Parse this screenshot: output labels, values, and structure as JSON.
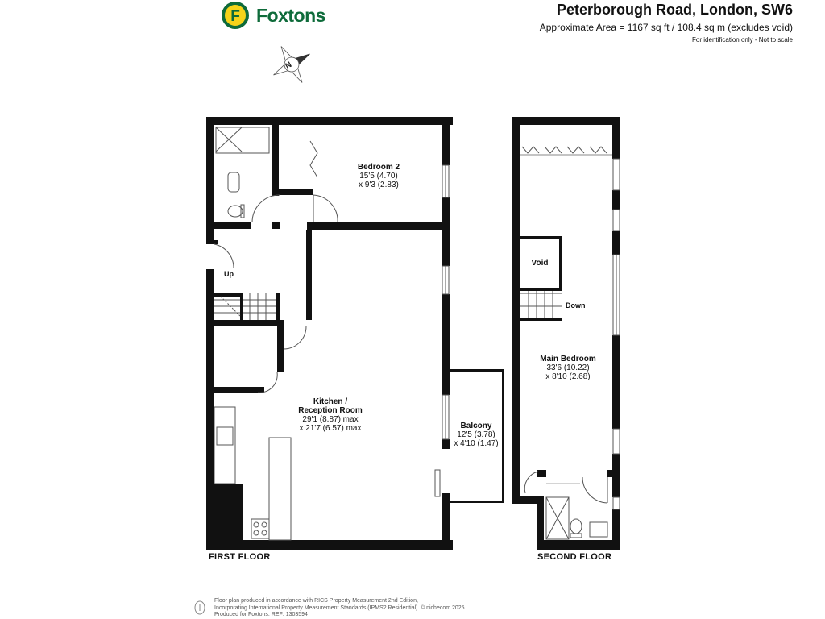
{
  "header": {
    "brand": "Foxtons",
    "logo_letter": "F",
    "address": "Peterborough Road, London, SW6",
    "area": "Approximate Area = 1167 sq ft / 108.4 sq m (excludes void)",
    "note": "For identification only - Not to scale",
    "compass_letter": "N"
  },
  "rooms": {
    "bedroom2": {
      "name": "Bedroom 2",
      "dim1": "15'5 (4.70)",
      "dim2": "x 9'3 (2.83)"
    },
    "kitchen": {
      "name1": "Kitchen /",
      "name2": "Reception Room",
      "dim1": "29'1 (8.87) max",
      "dim2": "x 21'7 (6.57) max"
    },
    "balcony": {
      "name": "Balcony",
      "dim1": "12'5 (3.78)",
      "dim2": "x 4'10 (1.47)"
    },
    "main_bedroom": {
      "name": "Main Bedroom",
      "dim1": "33'6 (10.22)",
      "dim2": "x 8'10 (2.68)"
    },
    "void": {
      "name": "Void"
    }
  },
  "labels": {
    "up": "Up",
    "down": "Down"
  },
  "floors": {
    "first": "FIRST FLOOR",
    "second": "SECOND FLOOR"
  },
  "footer": {
    "line1": "Floor plan produced in accordance with RICS Property Measurement 2nd Edition,",
    "line2": "Incorporating International Property Measurement Standards (IPMS2 Residential).",
    "line3": "Produced for Foxtons.   REF: 1303594",
    "copyright": "© nichecom 2025."
  },
  "colors": {
    "brand_green": "#0e6b3a",
    "brand_yellow": "#f5d31a",
    "wall": "#111111"
  }
}
